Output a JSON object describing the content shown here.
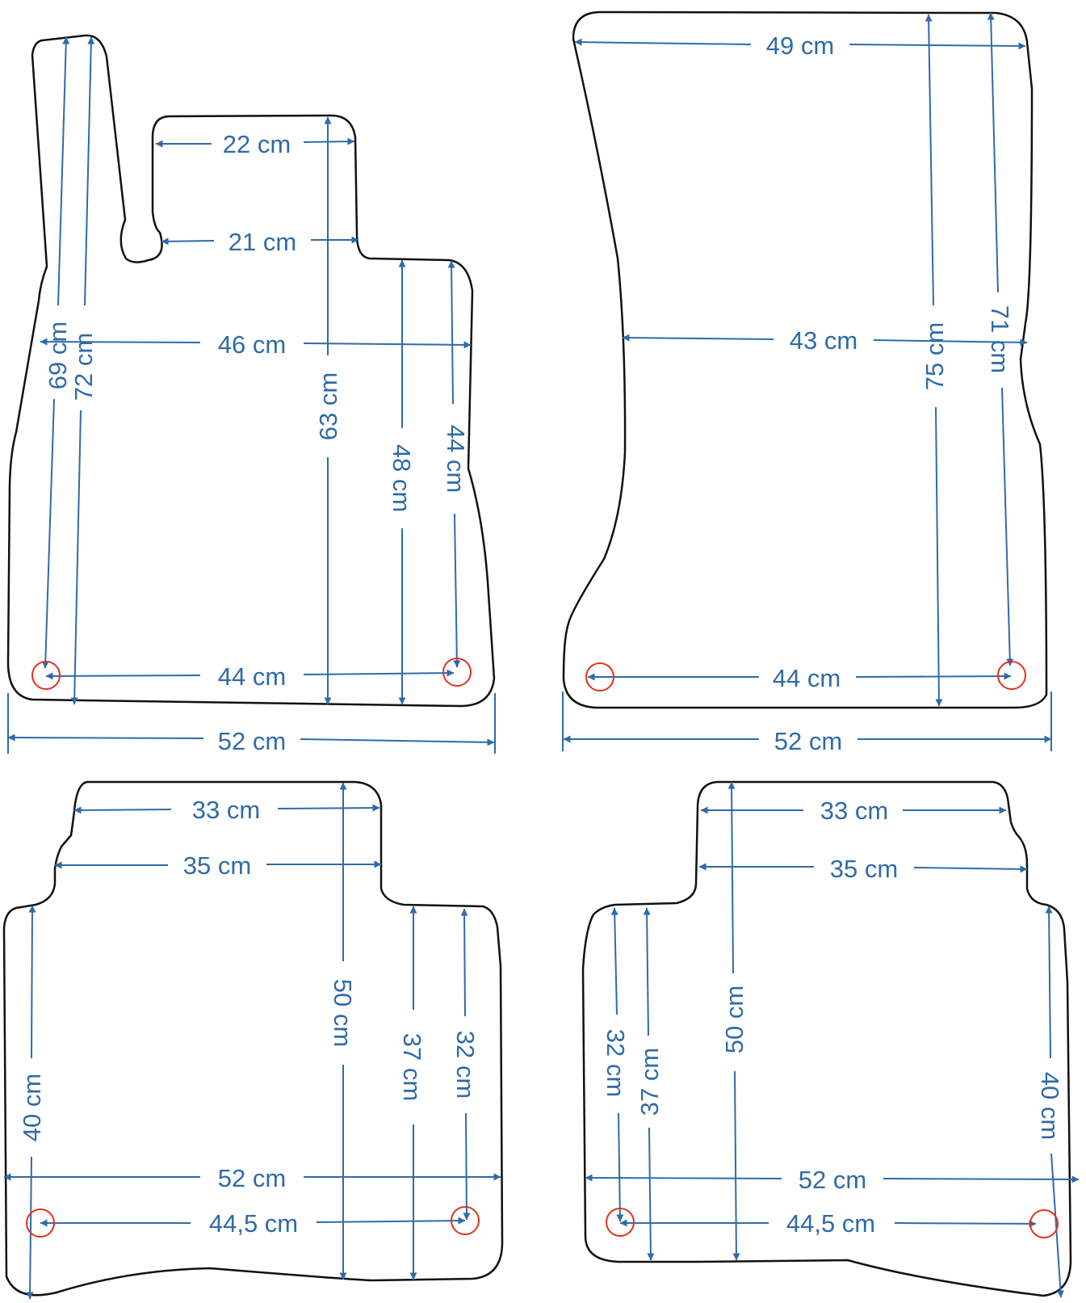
{
  "colors": {
    "dimension": "#2f6ba8",
    "outline": "#111111",
    "clip_marker": "#e0321e"
  },
  "mats": {
    "front_left": {
      "w22": "22 cm",
      "w21": "21 cm",
      "w46": "46 cm",
      "w44": "44 cm",
      "w52": "52 cm",
      "h69": "69 cm",
      "h72": "72 cm",
      "h63": "63 cm",
      "h48": "48 cm",
      "h44": "44 cm"
    },
    "front_right": {
      "w49": "49 cm",
      "w43": "43 cm",
      "w44": "44 cm",
      "w52": "52 cm",
      "h75": "75 cm",
      "h71": "71 cm"
    },
    "rear_left": {
      "w33": "33 cm",
      "w35": "35 cm",
      "w52": "52 cm",
      "w445": "44,5 cm",
      "h40": "40 cm",
      "h50": "50 cm",
      "h37": "37 cm",
      "h32": "32 cm"
    },
    "rear_right": {
      "w33": "33 cm",
      "w35": "35 cm",
      "w52": "52 cm",
      "w445": "44,5 cm",
      "h32": "32 cm",
      "h37": "37 cm",
      "h50": "50 cm",
      "h40": "40 cm"
    }
  }
}
